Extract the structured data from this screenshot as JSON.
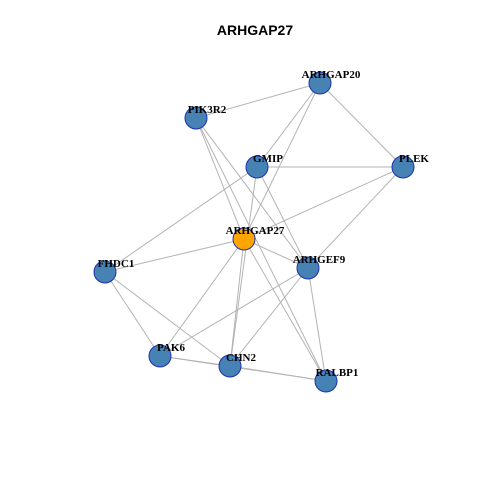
{
  "title": "ARHGAP27",
  "colors": {
    "focus_node": "#FFA500",
    "other_node": "#4682B4",
    "node_border": "#1E2FB0",
    "edge": "#B3B3B3"
  },
  "nodes": [
    {
      "id": "ARHGAP20",
      "label": "ARHGAP20",
      "focus": false
    },
    {
      "id": "PIK3R2",
      "label": "PIK3R2",
      "focus": false
    },
    {
      "id": "GMIP",
      "label": "GMIP",
      "focus": false
    },
    {
      "id": "PLEK",
      "label": "PLEK",
      "focus": false
    },
    {
      "id": "ARHGAP27",
      "label": "ARHGAP27",
      "focus": true
    },
    {
      "id": "FHDC1",
      "label": "FHDC1",
      "focus": false
    },
    {
      "id": "ARHGEF9",
      "label": "ARHGEF9",
      "focus": false
    },
    {
      "id": "PAK6",
      "label": "PAK6",
      "focus": false
    },
    {
      "id": "CHN2",
      "label": "CHN2",
      "focus": false
    },
    {
      "id": "RALBP1",
      "label": "RALBP1",
      "focus": false
    }
  ],
  "edges": [
    [
      "PIK3R2",
      "ARHGAP20"
    ],
    [
      "ARHGAP20",
      "GMIP"
    ],
    [
      "ARHGAP20",
      "ARHGAP27"
    ],
    [
      "ARHGAP20",
      "PLEK"
    ],
    [
      "PIK3R2",
      "ARHGAP27"
    ],
    [
      "PIK3R2",
      "ARHGEF9"
    ],
    [
      "PIK3R2",
      "RALBP1"
    ],
    [
      "GMIP",
      "PLEK"
    ],
    [
      "GMIP",
      "FHDC1"
    ],
    [
      "GMIP",
      "CHN2"
    ],
    [
      "GMIP",
      "ARHGEF9"
    ],
    [
      "PLEK",
      "ARHGAP27"
    ],
    [
      "PLEK",
      "ARHGEF9"
    ],
    [
      "ARHGAP27",
      "FHDC1"
    ],
    [
      "ARHGAP27",
      "ARHGEF9"
    ],
    [
      "ARHGAP27",
      "PAK6"
    ],
    [
      "ARHGAP27",
      "CHN2"
    ],
    [
      "ARHGAP27",
      "RALBP1"
    ],
    [
      "FHDC1",
      "PAK6"
    ],
    [
      "FHDC1",
      "CHN2"
    ],
    [
      "ARHGEF9",
      "PAK6"
    ],
    [
      "ARHGEF9",
      "CHN2"
    ],
    [
      "ARHGEF9",
      "RALBP1"
    ],
    [
      "PAK6",
      "CHN2"
    ],
    [
      "PAK6",
      "RALBP1"
    ],
    [
      "CHN2",
      "RALBP1"
    ]
  ]
}
